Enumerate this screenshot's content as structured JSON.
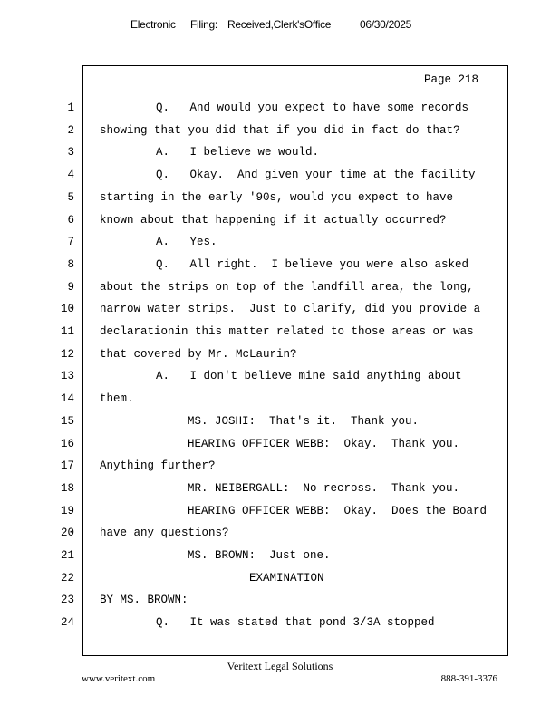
{
  "header": {
    "electronic": "Electronic",
    "filing": "Filing:",
    "received": "Received,Clerk'sOffice",
    "date": "06/30/2025"
  },
  "page_label": "Page 218",
  "lines": [
    {
      "num": "1",
      "text": "Q.   And would you expect to have some records"
    },
    {
      "num": "2",
      "text": "showing that you did that if you did in fact do that?"
    },
    {
      "num": "3",
      "text": "A.   I believe we would."
    },
    {
      "num": "4",
      "text": "Q.   Okay.  And given your time at the facility"
    },
    {
      "num": "5",
      "text": "starting in the early '90s, would you expect to have"
    },
    {
      "num": "6",
      "text": "known about that happening if it actually occurred?"
    },
    {
      "num": "7",
      "text": "A.   Yes."
    },
    {
      "num": "8",
      "text": "Q.   All right.  I believe you were also asked"
    },
    {
      "num": "9",
      "text": "about the strips on top of the landfill area, the long,"
    },
    {
      "num": "10",
      "text": "narrow water strips.  Just to clarify, did you provide a"
    },
    {
      "num": "11",
      "text": "declarationin this matter related to those areas or was"
    },
    {
      "num": "12",
      "text": "that covered by Mr. McLaurin?"
    },
    {
      "num": "13",
      "text": "A.   I don't believe mine said anything about"
    },
    {
      "num": "14",
      "text": "them."
    },
    {
      "num": "15",
      "text": "MS. JOSHI:  That's it.  Thank you."
    },
    {
      "num": "16",
      "text": "HEARING OFFICER WEBB:  Okay.  Thank you."
    },
    {
      "num": "17",
      "text": "Anything further?"
    },
    {
      "num": "18",
      "text": "MR. NEIBERGALL:  No recross.  Thank you."
    },
    {
      "num": "19",
      "text": "HEARING OFFICER WEBB:  Okay.  Does the Board"
    },
    {
      "num": "20",
      "text": "have any questions?"
    },
    {
      "num": "21",
      "text": "MS. BROWN:  Just one."
    },
    {
      "num": "22",
      "text": "EXAMINATION"
    },
    {
      "num": "23",
      "text": "BY MS. BROWN:"
    },
    {
      "num": "24",
      "text": "Q.   It was stated that pond 3/3A stopped"
    }
  ],
  "footer": {
    "company": "Veritext    Legal    Solutions",
    "website": "www.veritext.com",
    "phone": "888-391-3376"
  }
}
